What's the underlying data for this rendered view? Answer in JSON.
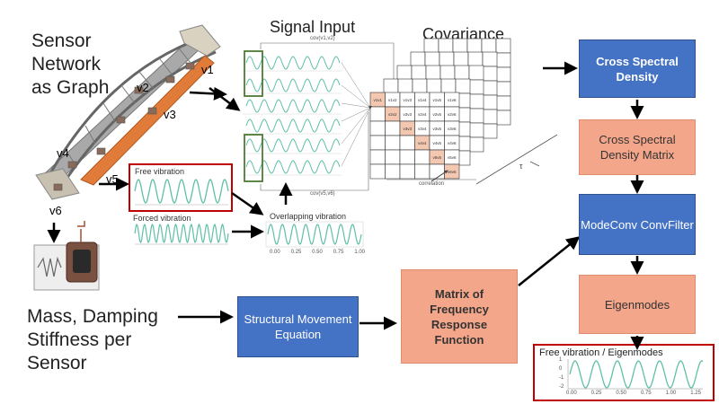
{
  "titles": {
    "sensor_network": [
      "Sensor",
      "Network",
      "as Graph"
    ],
    "signal_input": "Signal Input",
    "covariance": "Covariance",
    "mass_damping": [
      "Mass, Damping",
      "Stiffness per",
      "Sensor"
    ]
  },
  "nodes": [
    "v1",
    "v2",
    "v3",
    "v4",
    "v5",
    "v6"
  ],
  "plots": {
    "free_vibration": "Free vibration",
    "forced_vibration": "Forced vibration",
    "overlapping_vibration": "Overlapping vibration",
    "free_vibration_eigenmodes": "Free vibration / Eigenmodes",
    "eig_x_ticks": [
      "0.00",
      "0.25",
      "0.50",
      "0.75",
      "1.00",
      "1.25"
    ],
    "eig_y_ticks": [
      "1",
      "0",
      "-1",
      "-2"
    ],
    "small_x_ticks": [
      "0.00",
      "0.25",
      "0.50",
      "0.75",
      "1.00"
    ]
  },
  "covariance": {
    "cov_top": "cov(v1,v2)",
    "cov_bottom": "cov(v5,v6)",
    "correlation": "correlation",
    "tau": "τ",
    "pairs": [
      [
        "v1v1",
        "v1v2",
        "v1v3",
        "v1v4",
        "v1v5",
        "v1v6"
      ],
      [
        "v2v2",
        "v2v3",
        "v2v4",
        "v2v5",
        "v2v6"
      ],
      [
        "v3v3",
        "v3v4",
        "v3v5",
        "v3v6"
      ],
      [
        "v4v4",
        "v4v5",
        "v4v6"
      ],
      [
        "v5v5",
        "v5v6"
      ],
      [
        "v6v6"
      ]
    ]
  },
  "pipeline": {
    "cross_spectral_density": "Cross Spectral Density",
    "csd_matrix": "Cross Spectral Density Matrix",
    "modeconv": "ModeConv ConvFilter",
    "eigenmodes": "Eigenmodes",
    "structural_movement": "Structural Movement Equation",
    "frf_matrix": "Matrix of Frequency Response Function"
  },
  "colors": {
    "blue_box": "#4472c4",
    "salmon_box": "#f4a68a",
    "wave": "#5fbfa8",
    "highlight_red": "#c00000",
    "highlight_green": "#4e7a35",
    "bridge_orange": "#e07b39"
  }
}
